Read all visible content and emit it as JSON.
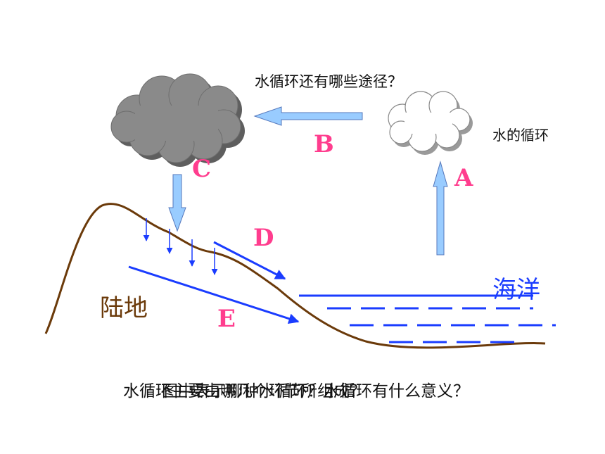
{
  "texts": {
    "question_top": "水循环还有哪些途径？",
    "title": "水的循环",
    "label_a": "A",
    "label_b": "B",
    "label_c": "C",
    "label_d": "D",
    "label_e": "E",
    "land": "陆地",
    "ocean": "海洋",
    "bottom_line_1": "水循环主要由哪几个环节所组成？",
    "bottom_line_2": "图中表示哪种水循环？水循环有什么意义？"
  },
  "colors": {
    "arrow_fill": "#99ccff",
    "arrow_stroke": "#5577bb",
    "label": "#ff3d8e",
    "land_text": "#6b3a0a",
    "terrain": "#6b3a0a",
    "water": "#1a3cff",
    "dark_cloud": "#8a8a8a",
    "light_cloud": "#ffffff"
  }
}
